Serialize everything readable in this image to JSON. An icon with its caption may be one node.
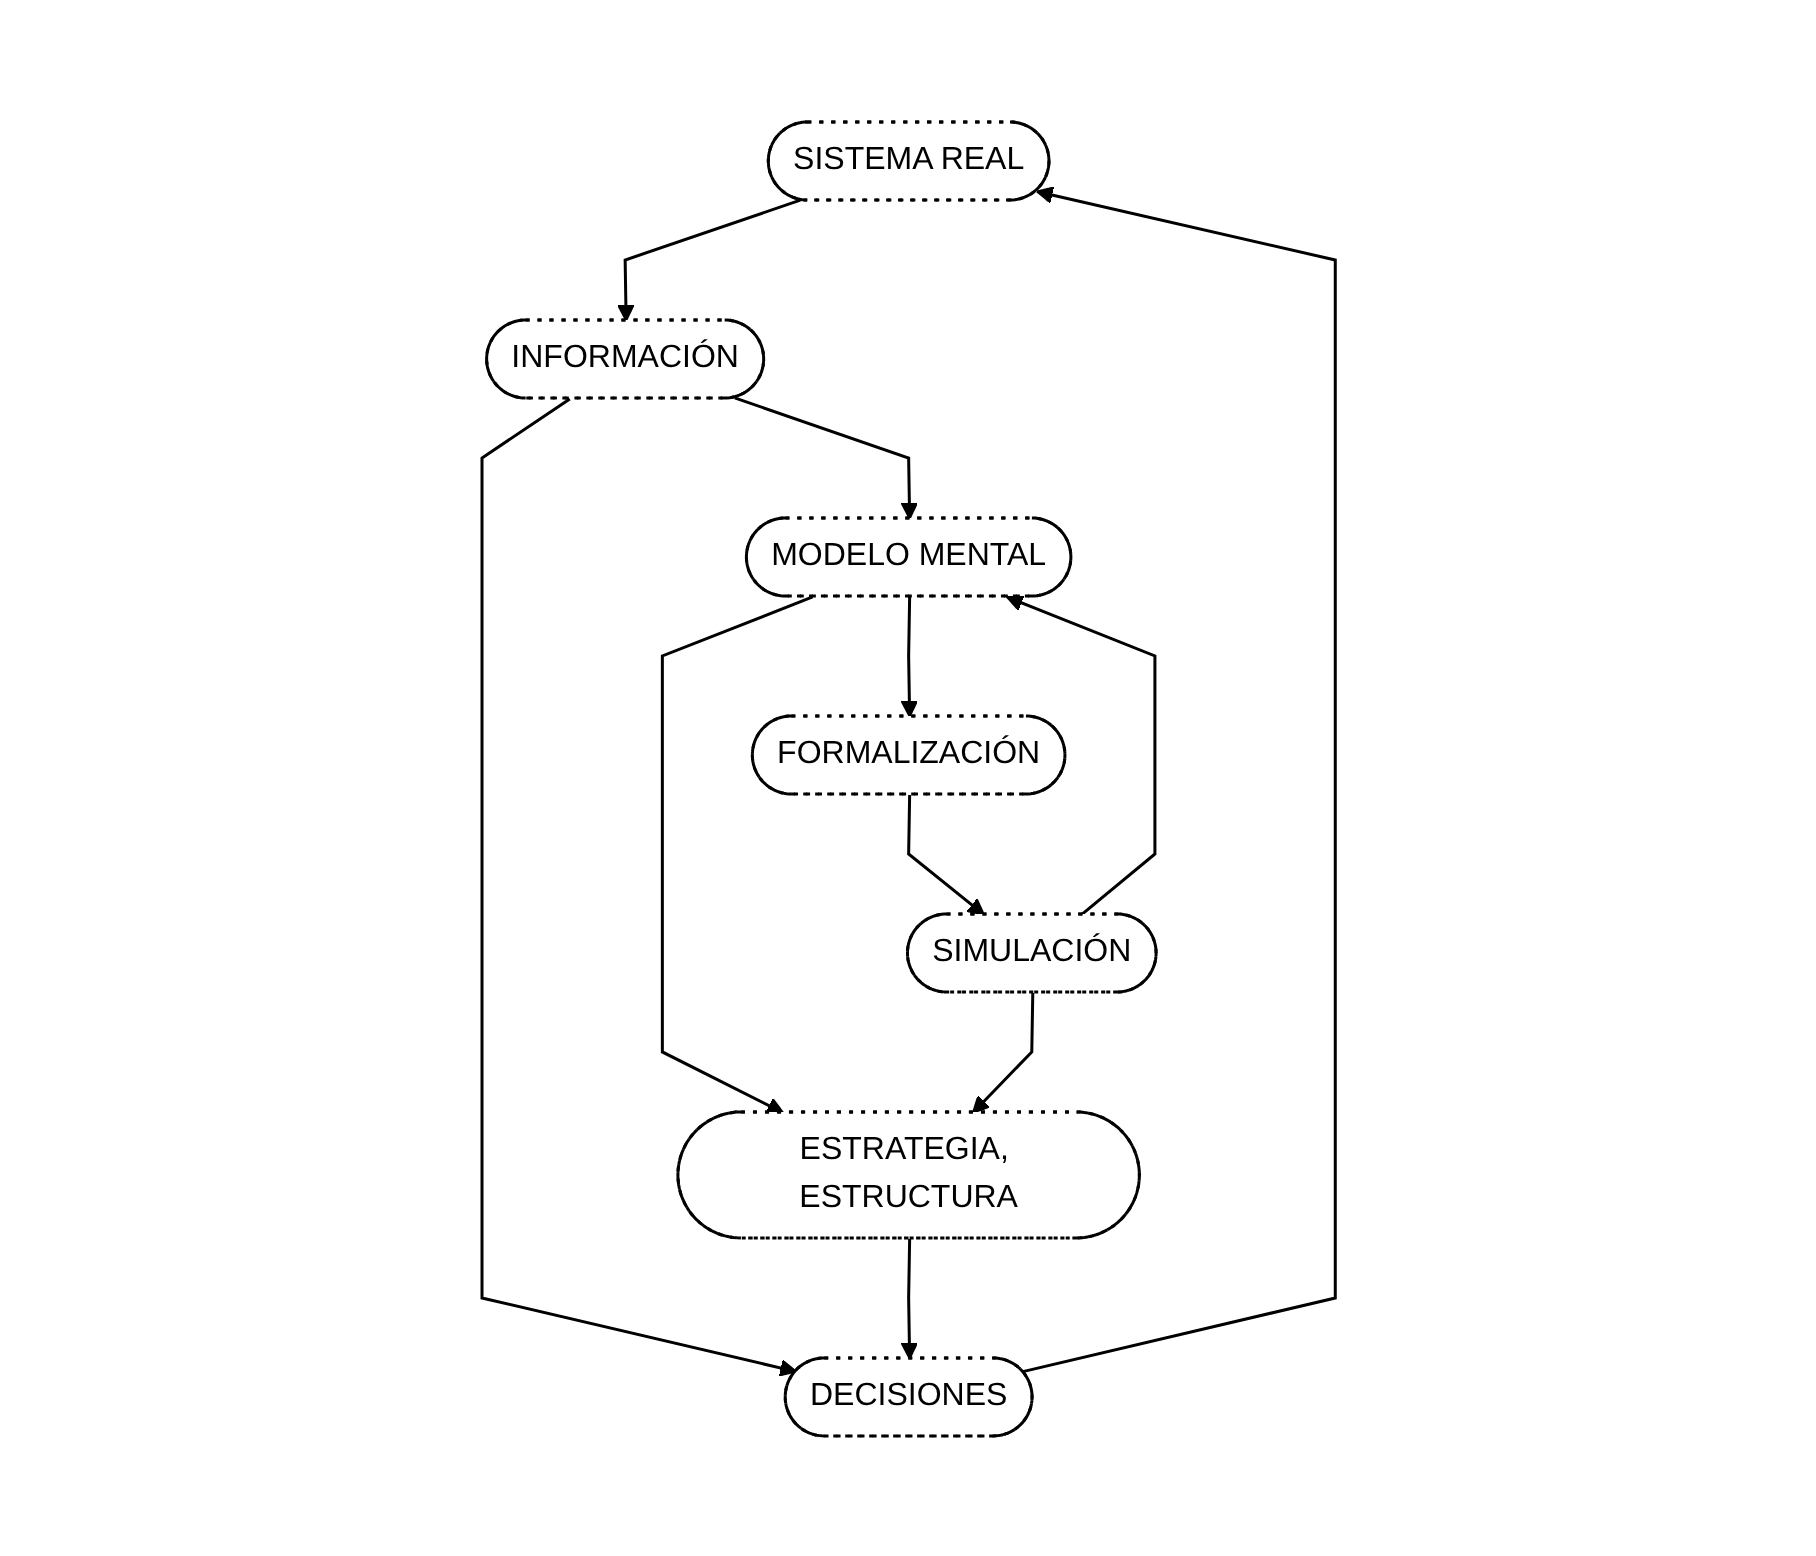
{
  "diagram": {
    "nodes": [
      {
        "text": [
          "SISTEMA REAL"
        ]
      },
      {
        "text": [
          "DECISIONES"
        ]
      },
      {
        "text": [
          "INFORMACIÓN"
        ]
      },
      {
        "text": [
          "ESTRATEGIA, ESTRUCTURA"
        ]
      },
      {
        "text": [
          "MODELO MENTAL"
        ]
      },
      {
        "text": [
          "SIMULACIÓN"
        ]
      },
      {
        "text": [
          "FORMALIZACIÓN"
        ]
      }
    ],
    "edges": [
      {
        "from": 1,
        "to": 0,
        "arrow": "to"
      },
      {
        "from": 0,
        "to": 2,
        "arrow": "to"
      },
      {
        "from": 2,
        "to": 1,
        "arrow": "to"
      },
      {
        "from": 2,
        "to": 4,
        "arrow": "to"
      },
      {
        "from": 3,
        "to": 1,
        "arrow": "to"
      },
      {
        "from": 4,
        "to": 3,
        "arrow": "to"
      },
      {
        "from": 5,
        "to": 4,
        "arrow": "to"
      },
      {
        "from": 4,
        "to": 6,
        "arrow": "to"
      },
      {
        "from": 6,
        "to": 5,
        "arrow": "to"
      },
      {
        "from": 5,
        "to": 3,
        "arrow": "to"
      }
    ]
  }
}
